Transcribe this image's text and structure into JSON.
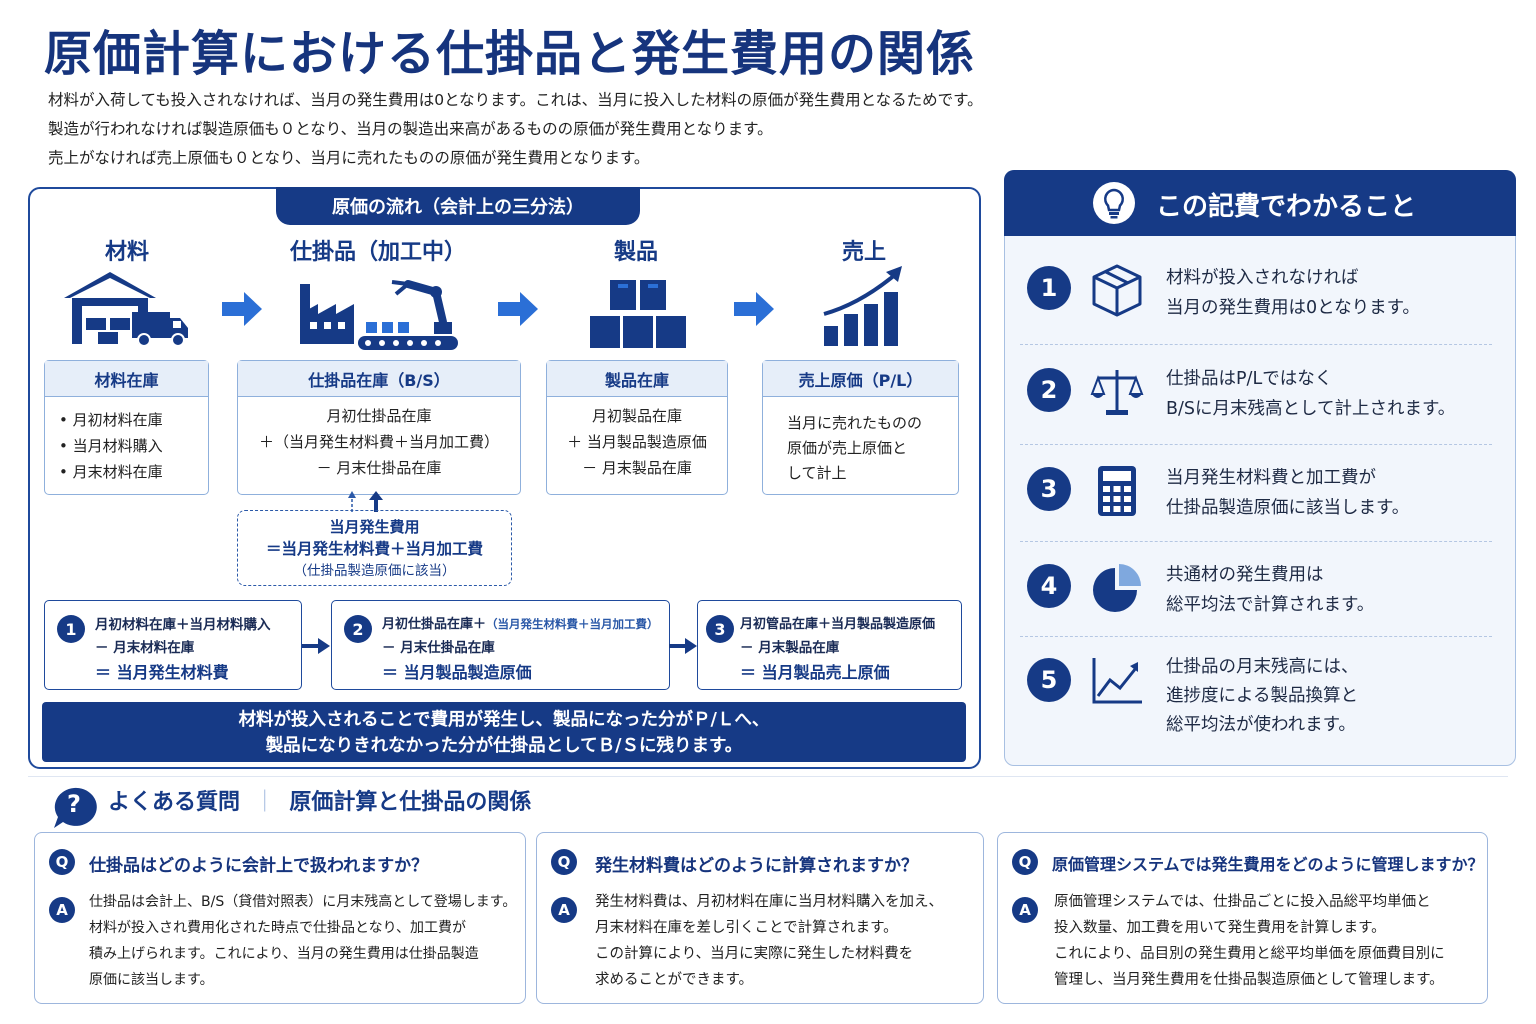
{
  "title": "原価計算における仕掛品と発生費用の関係",
  "intro": [
    "材料が入荷しても投入されなければ、当月の発生費用は0となります。これは、当月に投入した材料の原価が発生費用となるためです。",
    "製造が行われなければ製造原価も０となり、当月の製造出来高があるものの原価が発生費用となります。",
    "売上がなければ売上原価も０となり、当月に売れたものの原価が発生費用となります。"
  ],
  "flow": {
    "title": "原価の流れ（会計上の三分法）",
    "stages": [
      {
        "label": "材料",
        "icon": "warehouse-truck-icon",
        "box_title": "材料在庫",
        "lines": [
          "• 月初材料在庫",
          "• 当月材料購入",
          "• 月末材料在庫"
        ]
      },
      {
        "label": "仕掛品（加工中）",
        "icon": "factory-robot-icon",
        "box_title": "仕掛品在庫（B/S）",
        "lines": [
          "月初仕掛品在庫",
          "＋（当月発生材料費＋当月加工費）",
          "－ 月末仕掛品在庫"
        ]
      },
      {
        "label": "製品",
        "icon": "boxes-icon",
        "box_title": "製品在庫",
        "lines": [
          "月初製品在庫",
          "＋ 当月製品製造原価",
          "－ 月末製品在庫"
        ]
      },
      {
        "label": "売上",
        "icon": "growth-chart-icon",
        "box_title": "売上原価（P/L）",
        "lines": [
          "当月に売れたものの",
          "原価が売上原価と",
          "して計上"
        ]
      }
    ],
    "cost_box": [
      "当月発生費用",
      "＝当月発生材料費＋当月加工費",
      "（仕掛品製造原価に該当）"
    ],
    "calcs": [
      {
        "num": "1",
        "line1": "月初材料在庫＋当月材料購入",
        "line1b": "",
        "line2": "－ 月末材料在庫",
        "result": "＝ 当月発生材料費"
      },
      {
        "num": "2",
        "line1": "月初仕掛品在庫＋",
        "line1b": "（当月発生材料費＋当月加工費）",
        "line2": "－ 月末仕掛品在庫",
        "result": "＝ 当月製品製造原価"
      },
      {
        "num": "3",
        "line1": "月初管品在庫＋当月製品製造原価",
        "line1b": "",
        "line2": "－ 月末製品在庫",
        "result": "＝ 当月製品売上原価"
      }
    ],
    "summary": [
      "材料が投入されることで費用が発生し、製品になった分がＰ/Ｌへ、",
      "製品になりきれなかった分が仕掛品としてＢ/Ｓに残ります。"
    ]
  },
  "insights": {
    "title": "この記費でわかること",
    "icon": "lightbulb-icon",
    "items": [
      {
        "num": "1",
        "icon": "box-icon",
        "lines": [
          "材料が投入されなければ",
          "当月の発生費用は0となります。"
        ]
      },
      {
        "num": "2",
        "icon": "scale-icon",
        "lines": [
          "仕掛品はP/Lではなく",
          "B/Sに月末残高として計上されます。"
        ]
      },
      {
        "num": "3",
        "icon": "calculator-icon",
        "lines": [
          "当月発生材料費と加工費が",
          "仕掛品製造原価に該当します。"
        ]
      },
      {
        "num": "4",
        "icon": "pie-chart-icon",
        "lines": [
          "共通材の発生費用は",
          "総平均法で計算されます。"
        ]
      },
      {
        "num": "5",
        "icon": "trend-chart-icon",
        "lines": [
          "仕掛品の月末残高には、",
          "進捗度による製品換算と",
          "総平均法が使われます。"
        ]
      }
    ]
  },
  "faq": {
    "icon_label": "?",
    "title": "よくある質問",
    "divider": "｜",
    "subtitle": "原価計算と仕掛品の関係",
    "q_label": "Q",
    "a_label": "A",
    "items": [
      {
        "q": "仕掛品はどのように会計上で扱われますか？",
        "a": [
          "仕掛品は会計上、B/S（貸借対照表）に月末残高として登場します。",
          "材料が投入され費用化された時点で仕掛品となり、加工費が",
          "積み上げられます。これにより、当月の発生費用は仕掛品製造",
          "原価に該当します。"
        ]
      },
      {
        "q": "発生材料費はどのように計算されますか？",
        "a": [
          "発生材料費は、月初材料在庫に当月材料購入を加え、",
          "月末材料在庫を差し引くことで計算されます。",
          "この計算により、当月に実際に発生した材料費を",
          "求めることができます。"
        ]
      },
      {
        "q": "原価管理システムでは発生費用をどのように管理しますか？",
        "a": [
          "原価管理システムでは、仕掛品ごとに投入品総平均単価と",
          "投入数量、加工費を用いて発生費用を計算します。",
          "これにより、品目別の発生費用と総平均単価を原価費目別に",
          "管理し、当月発生費用を仕掛品製造原価として管理します。"
        ]
      }
    ]
  },
  "colors": {
    "primary": "#163a86",
    "light_fill": "#e6eef9",
    "panel_bg": "#f2f6fc",
    "arrow": "#2b6fd6"
  }
}
